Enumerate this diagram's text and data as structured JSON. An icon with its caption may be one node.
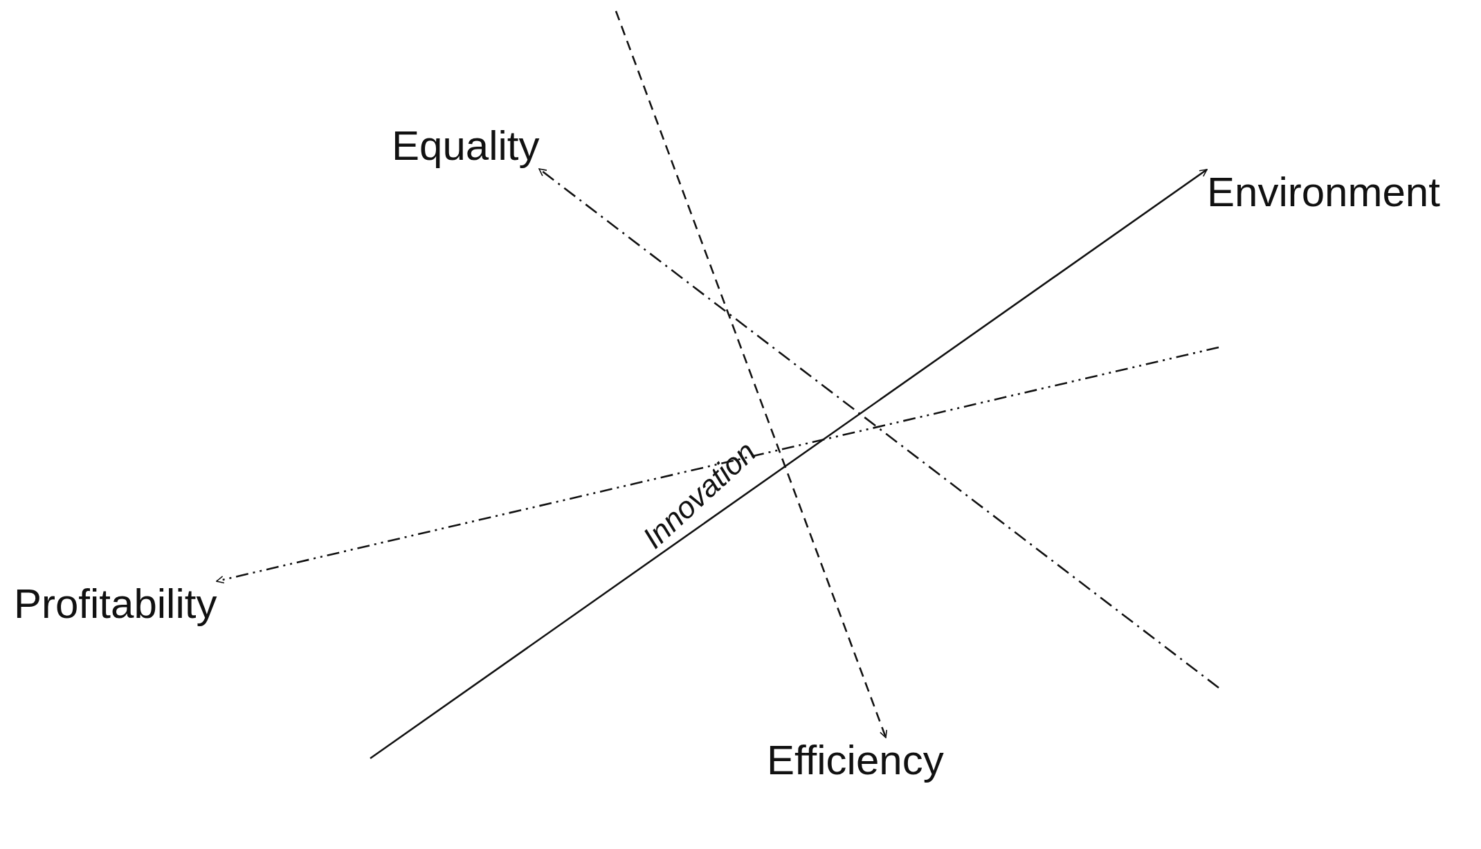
{
  "diagram": {
    "nodes": [
      {
        "text": [
          "Equality"
        ]
      },
      {
        "text": [
          "Environment"
        ]
      },
      {
        "text": [
          "Profitability"
        ]
      },
      {
        "text": [
          "Efficiency"
        ]
      }
    ],
    "edges": [
      {
        "from": null,
        "to": 1,
        "arrow": "to",
        "label": "Innovation"
      },
      {
        "from": null,
        "to": 0,
        "arrow": "to",
        "style": "dashed"
      },
      {
        "from": null,
        "to": 2,
        "arrow": "to",
        "style": "dashed"
      },
      {
        "from": null,
        "to": 3,
        "arrow": "to",
        "style": "dashed"
      }
    ]
  }
}
